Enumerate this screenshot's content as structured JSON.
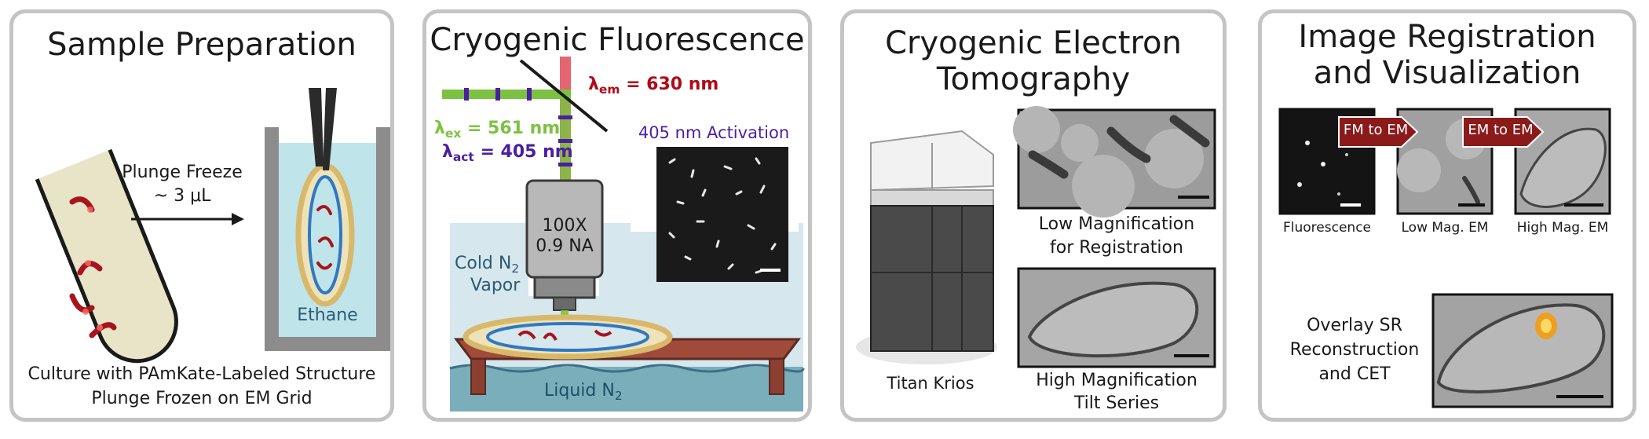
{
  "panel1": {
    "title": "Sample Preparation",
    "plunge_line1": "Plunge Freeze",
    "plunge_line2": "~ 3 μL",
    "ethane": "Ethane",
    "caption_line1": "Culture with PAmKate-Labeled Structure",
    "caption_line2": "Plunge Frozen on EM Grid"
  },
  "panel2": {
    "title": "Cryogenic Fluorescence",
    "lambda": "λ",
    "em_sub": "em",
    "em_value": " = 630 nm",
    "ex_sub": "ex",
    "ex_value": " = 561 nm",
    "act_sub": "act",
    "act_value": " = 405 nm",
    "activation_label": "405 nm Activation",
    "objective_line1": "100X",
    "objective_line2": "0.9 NA",
    "cold_n2_prefix": "Cold N",
    "cold_n2_sub": "2",
    "vapor": "Vapor",
    "liquid_n2_prefix": "Liquid N",
    "liquid_n2_sub": "2"
  },
  "panel3": {
    "title_line1": "Cryogenic Electron",
    "title_line2": "Tomography",
    "microscope_label": "Titan Krios",
    "low_mag_line1": "Low Magnification",
    "low_mag_line2": "for Registration",
    "high_mag_line1": "High Magnification",
    "high_mag_line2": "Tilt Series"
  },
  "panel4": {
    "title_line1": "Image Registration",
    "title_line2": "and Visualization",
    "arrow1": "FM to EM",
    "arrow2": "EM to EM",
    "label_fluorescence": "Fluorescence",
    "label_low": "Low Mag. EM",
    "label_high": "High Mag. EM",
    "overlay_line1": "Overlay SR",
    "overlay_line2": "Reconstruction",
    "overlay_line3": "and CET"
  },
  "colors": {
    "panel_border": "#c4c4c4",
    "emission_red": "#b00a16",
    "excitation_green": "#7cc242",
    "activation_purple": "#4b1fa0",
    "arrow_maroon": "#8b1a1a",
    "ethane_blue": "#bfe4ea",
    "grid_gold": "#d8b86a",
    "grid_blue": "#2f78c4"
  }
}
